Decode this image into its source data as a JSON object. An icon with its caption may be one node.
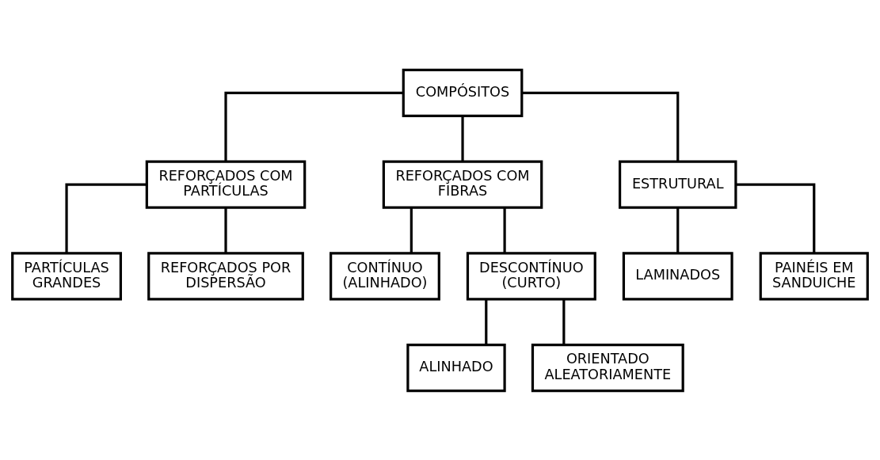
{
  "diagram": {
    "nodes": [
      {
        "text": [
          "COMPÓSITOS"
        ]
      },
      {
        "text": [
          "REFORÇADOS COM PARTÍCULAS"
        ]
      },
      {
        "text": [
          "REFORÇADOS COM FIBRAS"
        ]
      },
      {
        "text": [
          "ESTRUTURAL"
        ]
      },
      {
        "text": [
          "PARTÍCULAS GRANDES"
        ]
      },
      {
        "text": [
          "REFORÇADOS POR DISPERSÃO"
        ]
      },
      {
        "text": [
          "CONTÍNUO (ALINHADO)"
        ]
      },
      {
        "text": [
          "DESCONTÍNUO (CURTO)"
        ]
      },
      {
        "text": [
          "LAMINADOS"
        ]
      },
      {
        "text": [
          "PAINÉIS EM SANDUICHE"
        ]
      },
      {
        "text": [
          "ALINHADO"
        ]
      },
      {
        "text": [
          "ORIENTADO ALEATORIAMENTE"
        ]
      }
    ],
    "edges": [
      {
        "from": 0,
        "to": 1,
        "arrow": "none"
      },
      {
        "from": 0,
        "to": 2,
        "arrow": "none"
      },
      {
        "from": 0,
        "to": 3,
        "arrow": "none"
      },
      {
        "from": 1,
        "to": 4,
        "arrow": "none"
      },
      {
        "from": 1,
        "to": 5,
        "arrow": "none"
      },
      {
        "from": 2,
        "to": 6,
        "arrow": "none"
      },
      {
        "from": 2,
        "to": 7,
        "arrow": "none"
      },
      {
        "from": 3,
        "to": 8,
        "arrow": "none"
      },
      {
        "from": 3,
        "to": 9,
        "arrow": "none"
      },
      {
        "from": 7,
        "to": 10,
        "arrow": "none"
      },
      {
        "from": 7,
        "to": 11,
        "arrow": "none"
      }
    ]
  }
}
